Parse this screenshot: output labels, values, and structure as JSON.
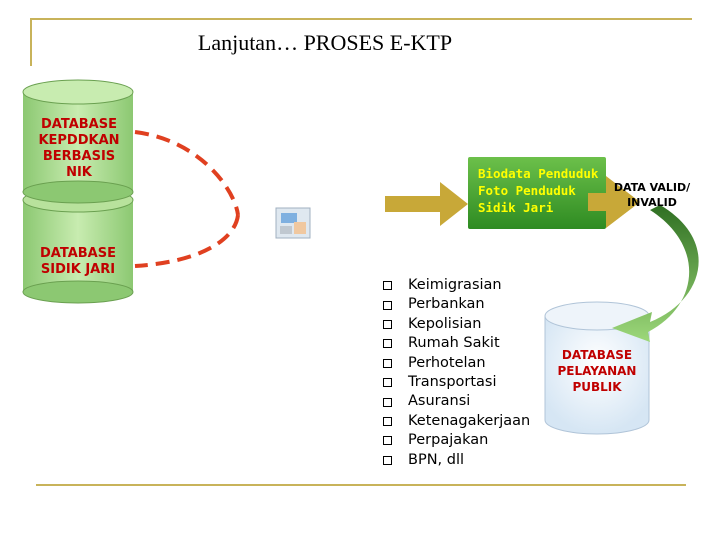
{
  "title": "Lanjutan… PROSES E-KTP",
  "databases": {
    "kependudukan": "DATABASE KEPDDKAN BERBASIS NIK",
    "sidik_jari": "DATABASE SIDIK JARI",
    "pelayanan": "DATABASE PELAYANAN PUBLIK"
  },
  "green_box": {
    "line1": "Biodata Penduduk",
    "line2": "Foto Penduduk",
    "line3": "Sidik Jari"
  },
  "validation": "DATA VALID/ INVALID",
  "services": [
    "Keimigrasian",
    "Perbankan",
    "Kepolisian",
    "Rumah Sakit",
    "Perhotelan",
    "Transportasi",
    "Asuransi",
    "Ketenagakerjaan",
    "Perpajakan",
    "BPN, dll"
  ],
  "colors": {
    "db_fill": "#a8d98a",
    "db_label": "#c00000",
    "green_box": "#3f9e2e",
    "green_text": "#ffff00",
    "arrow": "#c8a838",
    "dashed": "#e04020",
    "deco": "#c8b35a"
  }
}
